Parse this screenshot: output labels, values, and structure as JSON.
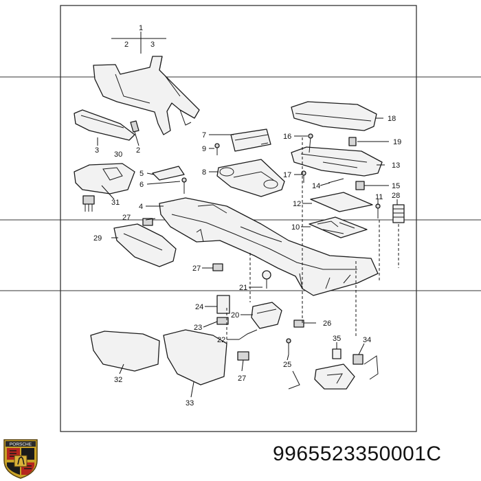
{
  "part_number": "9965523350001C",
  "logo": {
    "text": "PORSCHE",
    "icon": "porsche-crest-icon"
  },
  "top_callouts": {
    "main": "1",
    "left": "2",
    "right": "3"
  },
  "callouts": [
    "2",
    "3",
    "4",
    "5",
    "6",
    "7",
    "8",
    "9",
    "10",
    "11",
    "12",
    "13",
    "14",
    "15",
    "16",
    "17",
    "18",
    "19",
    "20",
    "21",
    "22",
    "23",
    "24",
    "25",
    "26",
    "27",
    "27",
    "27",
    "28",
    "29",
    "30",
    "31",
    "32",
    "33",
    "34",
    "35"
  ]
}
